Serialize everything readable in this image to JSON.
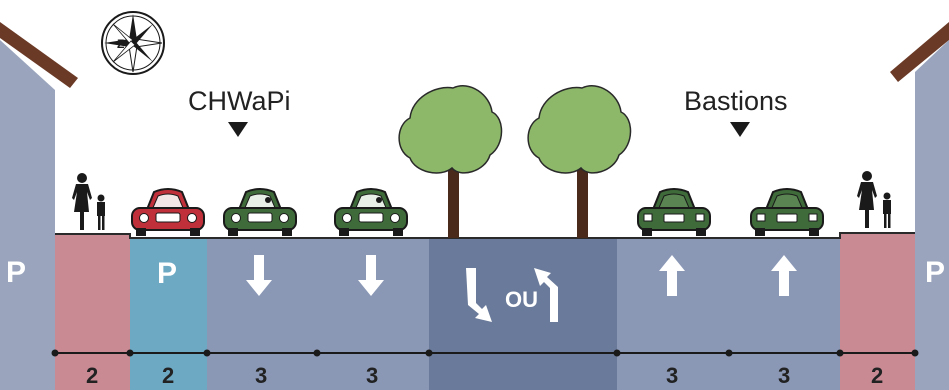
{
  "labels": {
    "left_stop": "CHWaPi",
    "right_stop": "Bastions",
    "parking_left_building": "P",
    "parking_lane": "P",
    "parking_right_building": "P",
    "or_word": "OU"
  },
  "widths": [
    "2",
    "2",
    "3",
    "3",
    "3",
    "3",
    "2"
  ],
  "colors": {
    "building": "#9aa5bd",
    "roof": "#6b3a26",
    "sidewalk": "#c98a94",
    "parking_lane": "#6ea9c4",
    "travel_lane": "#8a98b6",
    "median": "#6a7a9a",
    "car_green": "#3f6b3a",
    "car_red": "#c0303a",
    "tree_foliage": "#8db86a",
    "tree_trunk": "#4a2a1a"
  },
  "icons": [
    "compass-icon",
    "pedestrian-icon",
    "car-icon",
    "tree-icon",
    "arrow-down-icon",
    "arrow-up-icon",
    "turn-arrow-icon"
  ]
}
